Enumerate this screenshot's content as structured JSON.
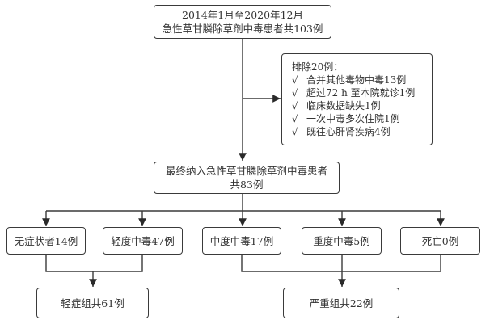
{
  "diagram": {
    "type": "flowchart",
    "start": {
      "lines": [
        "2014年1月至2020年12月",
        "急性草甘膦除草剂中毒患者共103例"
      ]
    },
    "exclusion": {
      "title": "排除20例：",
      "check_glyph": "√",
      "items": [
        "合并其他毒物中毒13例",
        "超过72 h 至本院就诊1例",
        "临床数据缺失1例",
        "一次中毒多次住院1例",
        "既往心肝肾疾病4例"
      ]
    },
    "included": {
      "lines": [
        "最终纳入急性草甘膦除草剂中毒患者",
        "共83例"
      ]
    },
    "severity": [
      {
        "label": "无症状者14例",
        "group": "mild"
      },
      {
        "label": "轻度中毒47例",
        "group": "mild"
      },
      {
        "label": "中度中毒17例",
        "group": "severe"
      },
      {
        "label": "重度中毒5例",
        "group": "severe"
      },
      {
        "label": "死亡0例",
        "group": "severe"
      }
    ],
    "groups": {
      "mild": {
        "label": "轻症组共61例"
      },
      "severe": {
        "label": "严重组共22例"
      }
    }
  }
}
